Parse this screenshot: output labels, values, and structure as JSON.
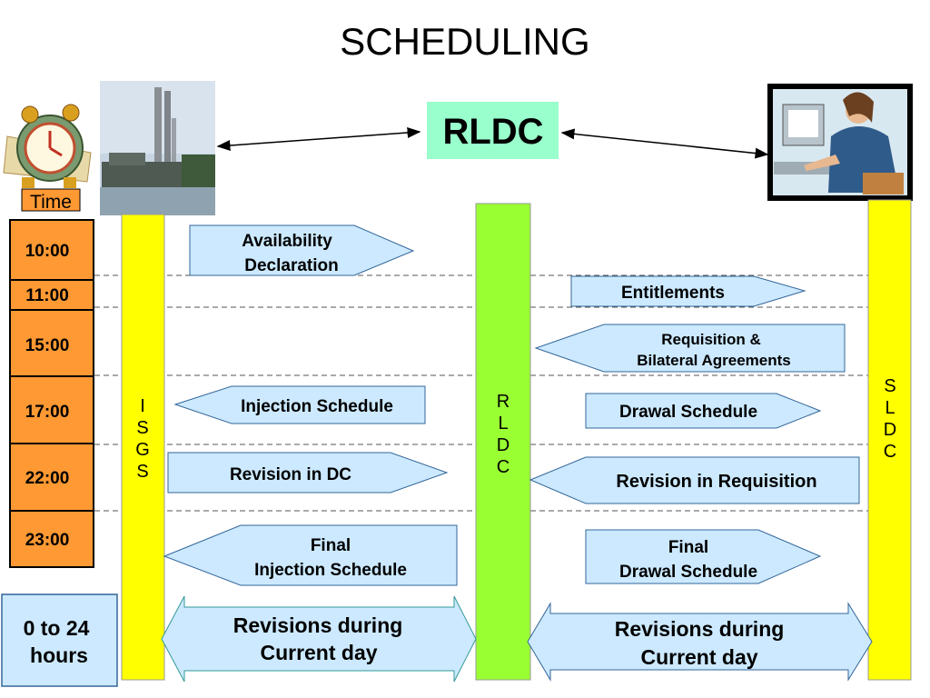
{
  "title": "SCHEDULING",
  "header": {
    "rldc_box": "RLDC",
    "time_label": "Time",
    "icons": [
      "alarm-clock-icon",
      "power-plant-photo",
      "computer-operator-icon"
    ]
  },
  "times": [
    "10:00",
    "11:00",
    "15:00",
    "17:00",
    "22:00",
    "23:00"
  ],
  "bottom_time_box": [
    "0 to 24",
    "hours"
  ],
  "columns": {
    "isgs": [
      "I",
      "S",
      "G",
      "S"
    ],
    "rldc": [
      "R",
      "L",
      "D",
      "C"
    ],
    "sldc": [
      "S",
      "L",
      "D",
      "C"
    ]
  },
  "arrows": {
    "availability": [
      "Availability",
      "Declaration"
    ],
    "entitlements": [
      "Entitlements"
    ],
    "requisition": [
      "Requisition &",
      "Bilateral Agreements"
    ],
    "injection_schedule": [
      "Injection Schedule"
    ],
    "drawal_schedule": [
      "Drawal Schedule"
    ],
    "revision_dc": [
      "Revision in DC"
    ],
    "revision_requisition": [
      "Revision in Requisition"
    ],
    "final_injection": [
      "Final",
      "Injection Schedule"
    ],
    "final_drawal": [
      "Final",
      "Drawal Schedule"
    ],
    "revisions_left": [
      "Revisions during",
      "Current day"
    ],
    "revisions_right": [
      "Revisions during",
      "Current day"
    ]
  },
  "colors": {
    "time_fill": "#ff9933",
    "column_yellow": "#ffff00",
    "column_green": "#99ff33",
    "rldc_box": "#99ffcc",
    "arrow_fill": "#cce9ff",
    "arrow_stroke": "#336699"
  }
}
